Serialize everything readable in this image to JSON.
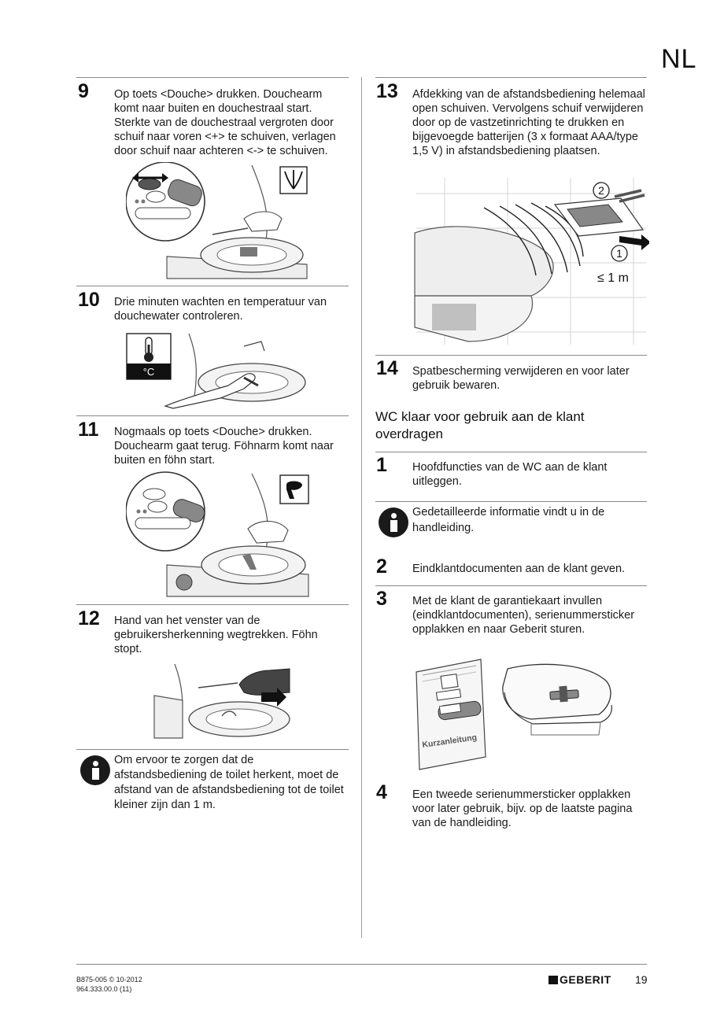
{
  "page": {
    "lang": "NL"
  },
  "steps": {
    "s9": {
      "num": "9",
      "text": "Op toets <Douche> drukken. Douchearm komt naar buiten en douchestraal start. Sterkte van de douchestraal vergroten door schuif naar voren <+> te schuiven, verlagen door schuif naar achteren <-> te schuiven."
    },
    "s10": {
      "num": "10",
      "text": "Drie minuten wachten en temperatuur van douchewater controleren."
    },
    "s11": {
      "num": "11",
      "text": "Nogmaals op toets <Douche> drukken. Douchearm gaat terug. Föhnarm komt naar buiten en föhn start."
    },
    "s12": {
      "num": "12",
      "text": "Hand van het venster van de gebruikersherkenning wegtrekken. Föhn stopt."
    },
    "s13": {
      "num": "13",
      "text": "Afdekking van de afstandsbediening helemaal open schuiven. Vervolgens schuif verwijderen door op de vastzetinrichting te drukken en bijgevoegde batterijen (3 x formaat AAA/type 1,5 V) in afstandsbediening plaatsen."
    },
    "s14": {
      "num": "14",
      "text": "Spatbescherming verwijderen en voor later gebruik bewaren."
    }
  },
  "notes": {
    "left": "Om ervoor te zorgen dat de afstandsbediening de toilet herkent, moet de afstand van de afstandsbediening tot de toilet kleiner zijn dan 1 m.",
    "right": "Gedetailleerde informatie vindt u in de handleiding."
  },
  "handover": {
    "title": "WC klaar voor gebruik aan de klant overdragen",
    "steps": [
      {
        "num": "1",
        "text": "Hoofdfuncties van de WC aan de klant uitleggen."
      },
      {
        "num": "2",
        "text": "Eindklantdocumenten aan de klant geven."
      },
      {
        "num": "3",
        "text": "Met de klant de garantiekaart invullen (eindklantdocumenten), serienummersticker opplakken en naar Geberit sturen."
      },
      {
        "num": "4",
        "text": "Een tweede serienummersticker opplakken voor later gebruik, bijv. op de laatste pagina van de handleiding."
      }
    ]
  },
  "illustrations": {
    "temperature_label": "°C",
    "callout_1": "1",
    "callout_2": "2",
    "distance_label": "≤ 1 m",
    "booklet_title": "Kurzanleitung"
  },
  "footer": {
    "doc_code": "B875-005 © 10-2012",
    "doc_number": "964.333.00.0 (11)",
    "brand": "GEBERIT",
    "page_number": "19"
  }
}
